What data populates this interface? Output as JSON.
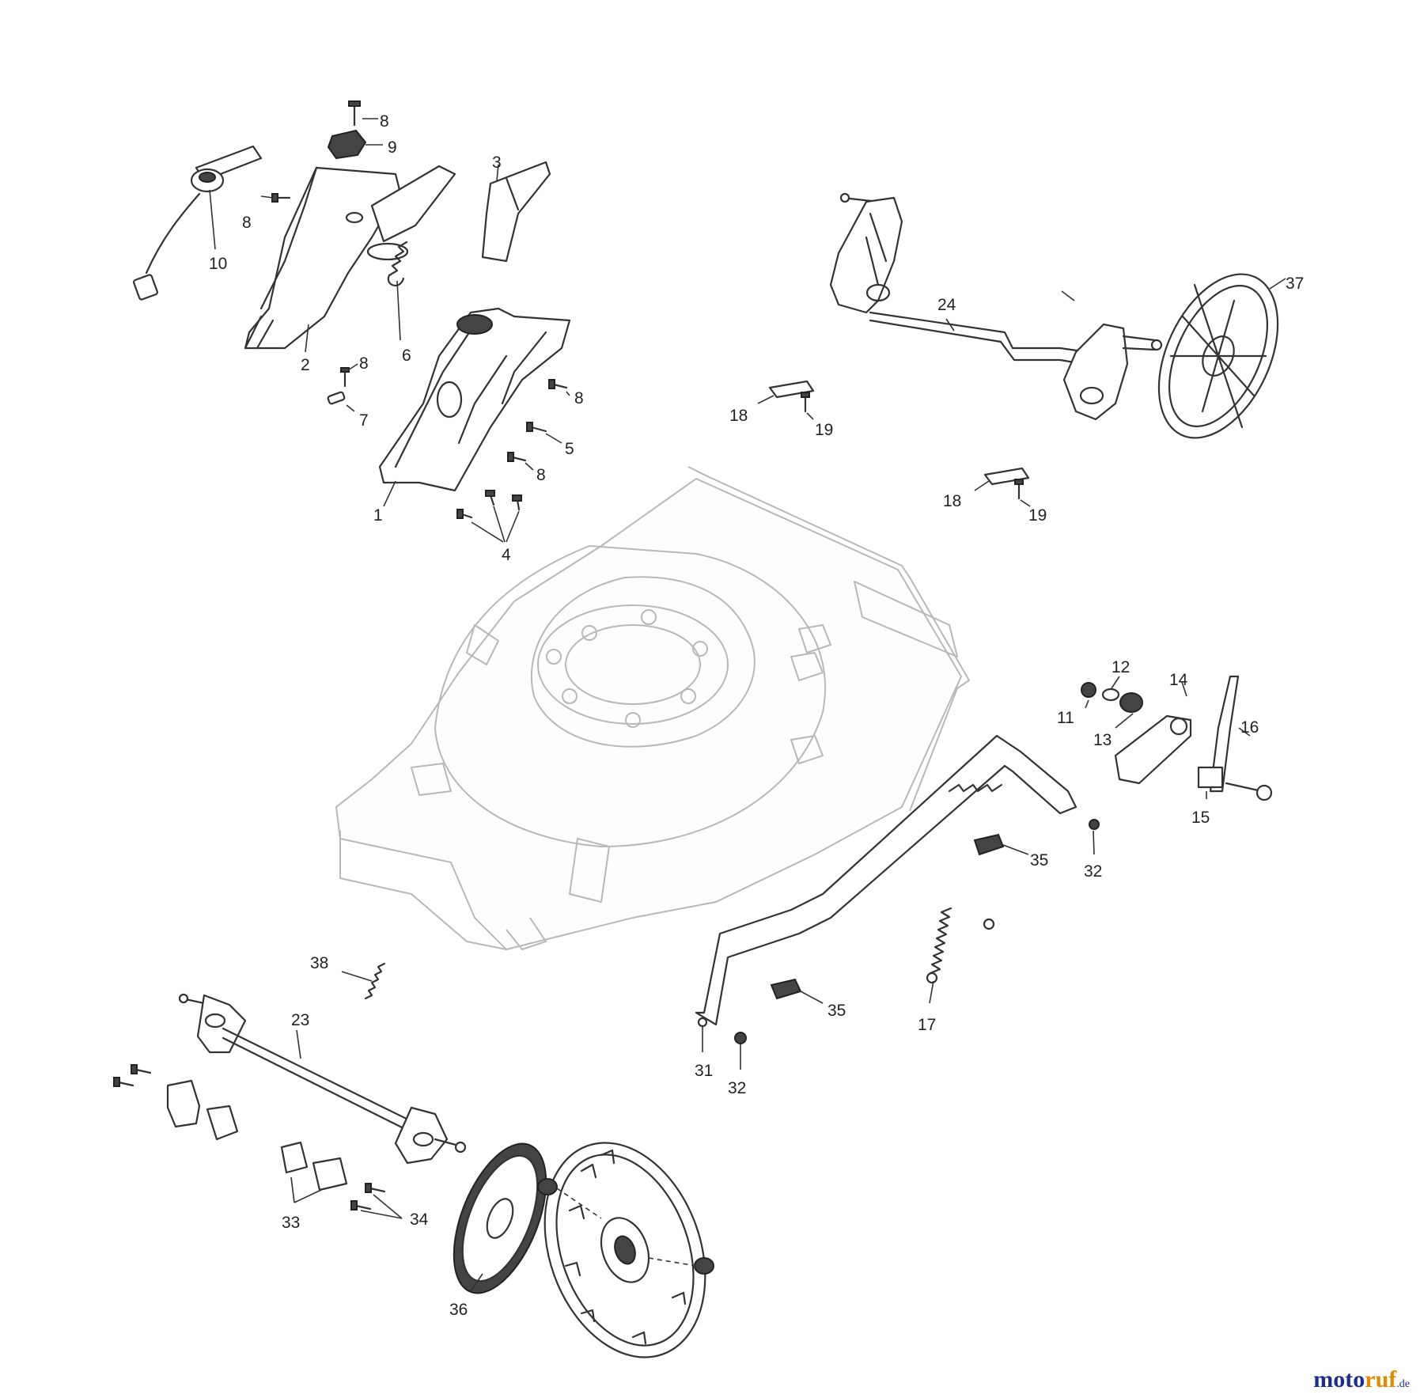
{
  "callouts": {
    "c1": "1",
    "c2": "2",
    "c3": "3",
    "c4": "4",
    "c5": "5",
    "c6": "6",
    "c7": "7",
    "c8a": "8",
    "c8b": "8",
    "c8c": "8",
    "c8d": "8",
    "c8e": "8",
    "c9": "9",
    "c10": "10",
    "c11": "11",
    "c12": "12",
    "c13": "13",
    "c14": "14",
    "c15": "15",
    "c16": "16",
    "c17": "17",
    "c18a": "18",
    "c18b": "18",
    "c19a": "19",
    "c19b": "19",
    "c23": "23",
    "c24": "24",
    "c31": "31",
    "c32a": "32",
    "c32b": "32",
    "c33": "33",
    "c34": "34",
    "c35a": "35",
    "c35b": "35",
    "c36": "36",
    "c37": "37",
    "c38": "38"
  },
  "watermark": {
    "part_a": "moto",
    "part_b": "ruf",
    "part_c": ".de"
  },
  "icons": [
    "mower-deck-icon",
    "wheel-icon",
    "axle-icon",
    "spring-icon",
    "screw-icon",
    "handle-housing-icon"
  ]
}
